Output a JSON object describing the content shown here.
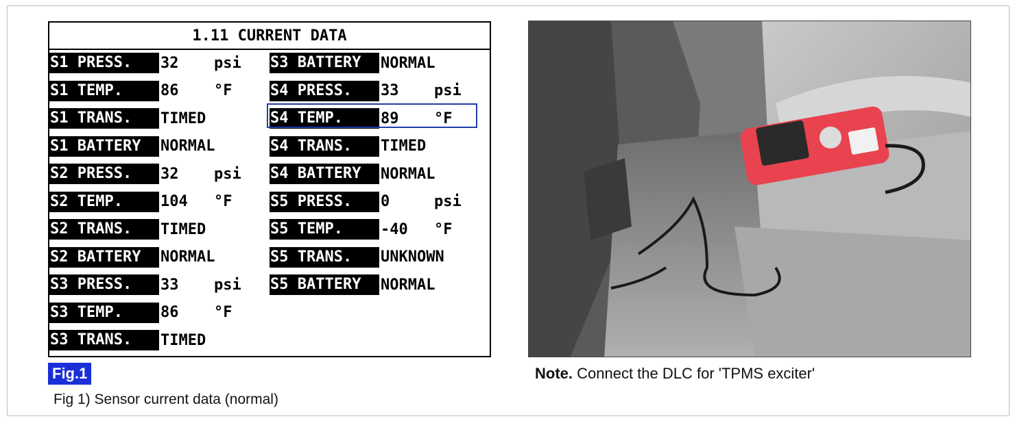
{
  "scanner": {
    "title": "1.11 CURRENT DATA",
    "left_column": [
      {
        "label": "S1 PRESS.",
        "value": "32",
        "unit": "psi"
      },
      {
        "label": "S1 TEMP.",
        "value": "86",
        "unit": "°F"
      },
      {
        "label": "S1 TRANS.",
        "value": "TIMED",
        "unit": ""
      },
      {
        "label": "S1 BATTERY",
        "value": "NORMAL",
        "unit": ""
      },
      {
        "label": "S2 PRESS.",
        "value": "32",
        "unit": "psi"
      },
      {
        "label": "S2 TEMP.",
        "value": "104",
        "unit": "°F"
      },
      {
        "label": "S2 TRANS.",
        "value": "TIMED",
        "unit": ""
      },
      {
        "label": "S2 BATTERY",
        "value": "NORMAL",
        "unit": ""
      },
      {
        "label": "S3 PRESS.",
        "value": "33",
        "unit": "psi"
      },
      {
        "label": "S3 TEMP.",
        "value": "86",
        "unit": "°F"
      },
      {
        "label": "S3 TRANS.",
        "value": "TIMED",
        "unit": ""
      }
    ],
    "right_column": [
      {
        "label": "S3 BATTERY",
        "value": "NORMAL",
        "unit": ""
      },
      {
        "label": "S4 PRESS.",
        "value": "33",
        "unit": "psi"
      },
      {
        "label": "S4 TEMP.",
        "value": "89",
        "unit": "°F"
      },
      {
        "label": "S4 TRANS.",
        "value": "TIMED",
        "unit": ""
      },
      {
        "label": "S4 BATTERY",
        "value": "NORMAL",
        "unit": ""
      },
      {
        "label": "S5 PRESS.",
        "value": "0",
        "unit": "psi"
      },
      {
        "label": "S5 TEMP.",
        "value": "-40",
        "unit": "°F"
      },
      {
        "label": "S5 TRANS.",
        "value": "UNKNOWN",
        "unit": ""
      },
      {
        "label": "S5 BATTERY",
        "value": "NORMAL",
        "unit": ""
      }
    ],
    "selected_row": "S4 TEMP."
  },
  "figure": {
    "tag": "Fig.1",
    "caption": "Fig 1) Sensor current data (normal)"
  },
  "note": {
    "prefix": "Note.",
    "text": " Connect the DLC for 'TPMS exciter'"
  },
  "colors": {
    "fig_tag": "#1a2fd8",
    "selection_border": "#1f3ea8",
    "scanner_body": "#e8434f"
  }
}
